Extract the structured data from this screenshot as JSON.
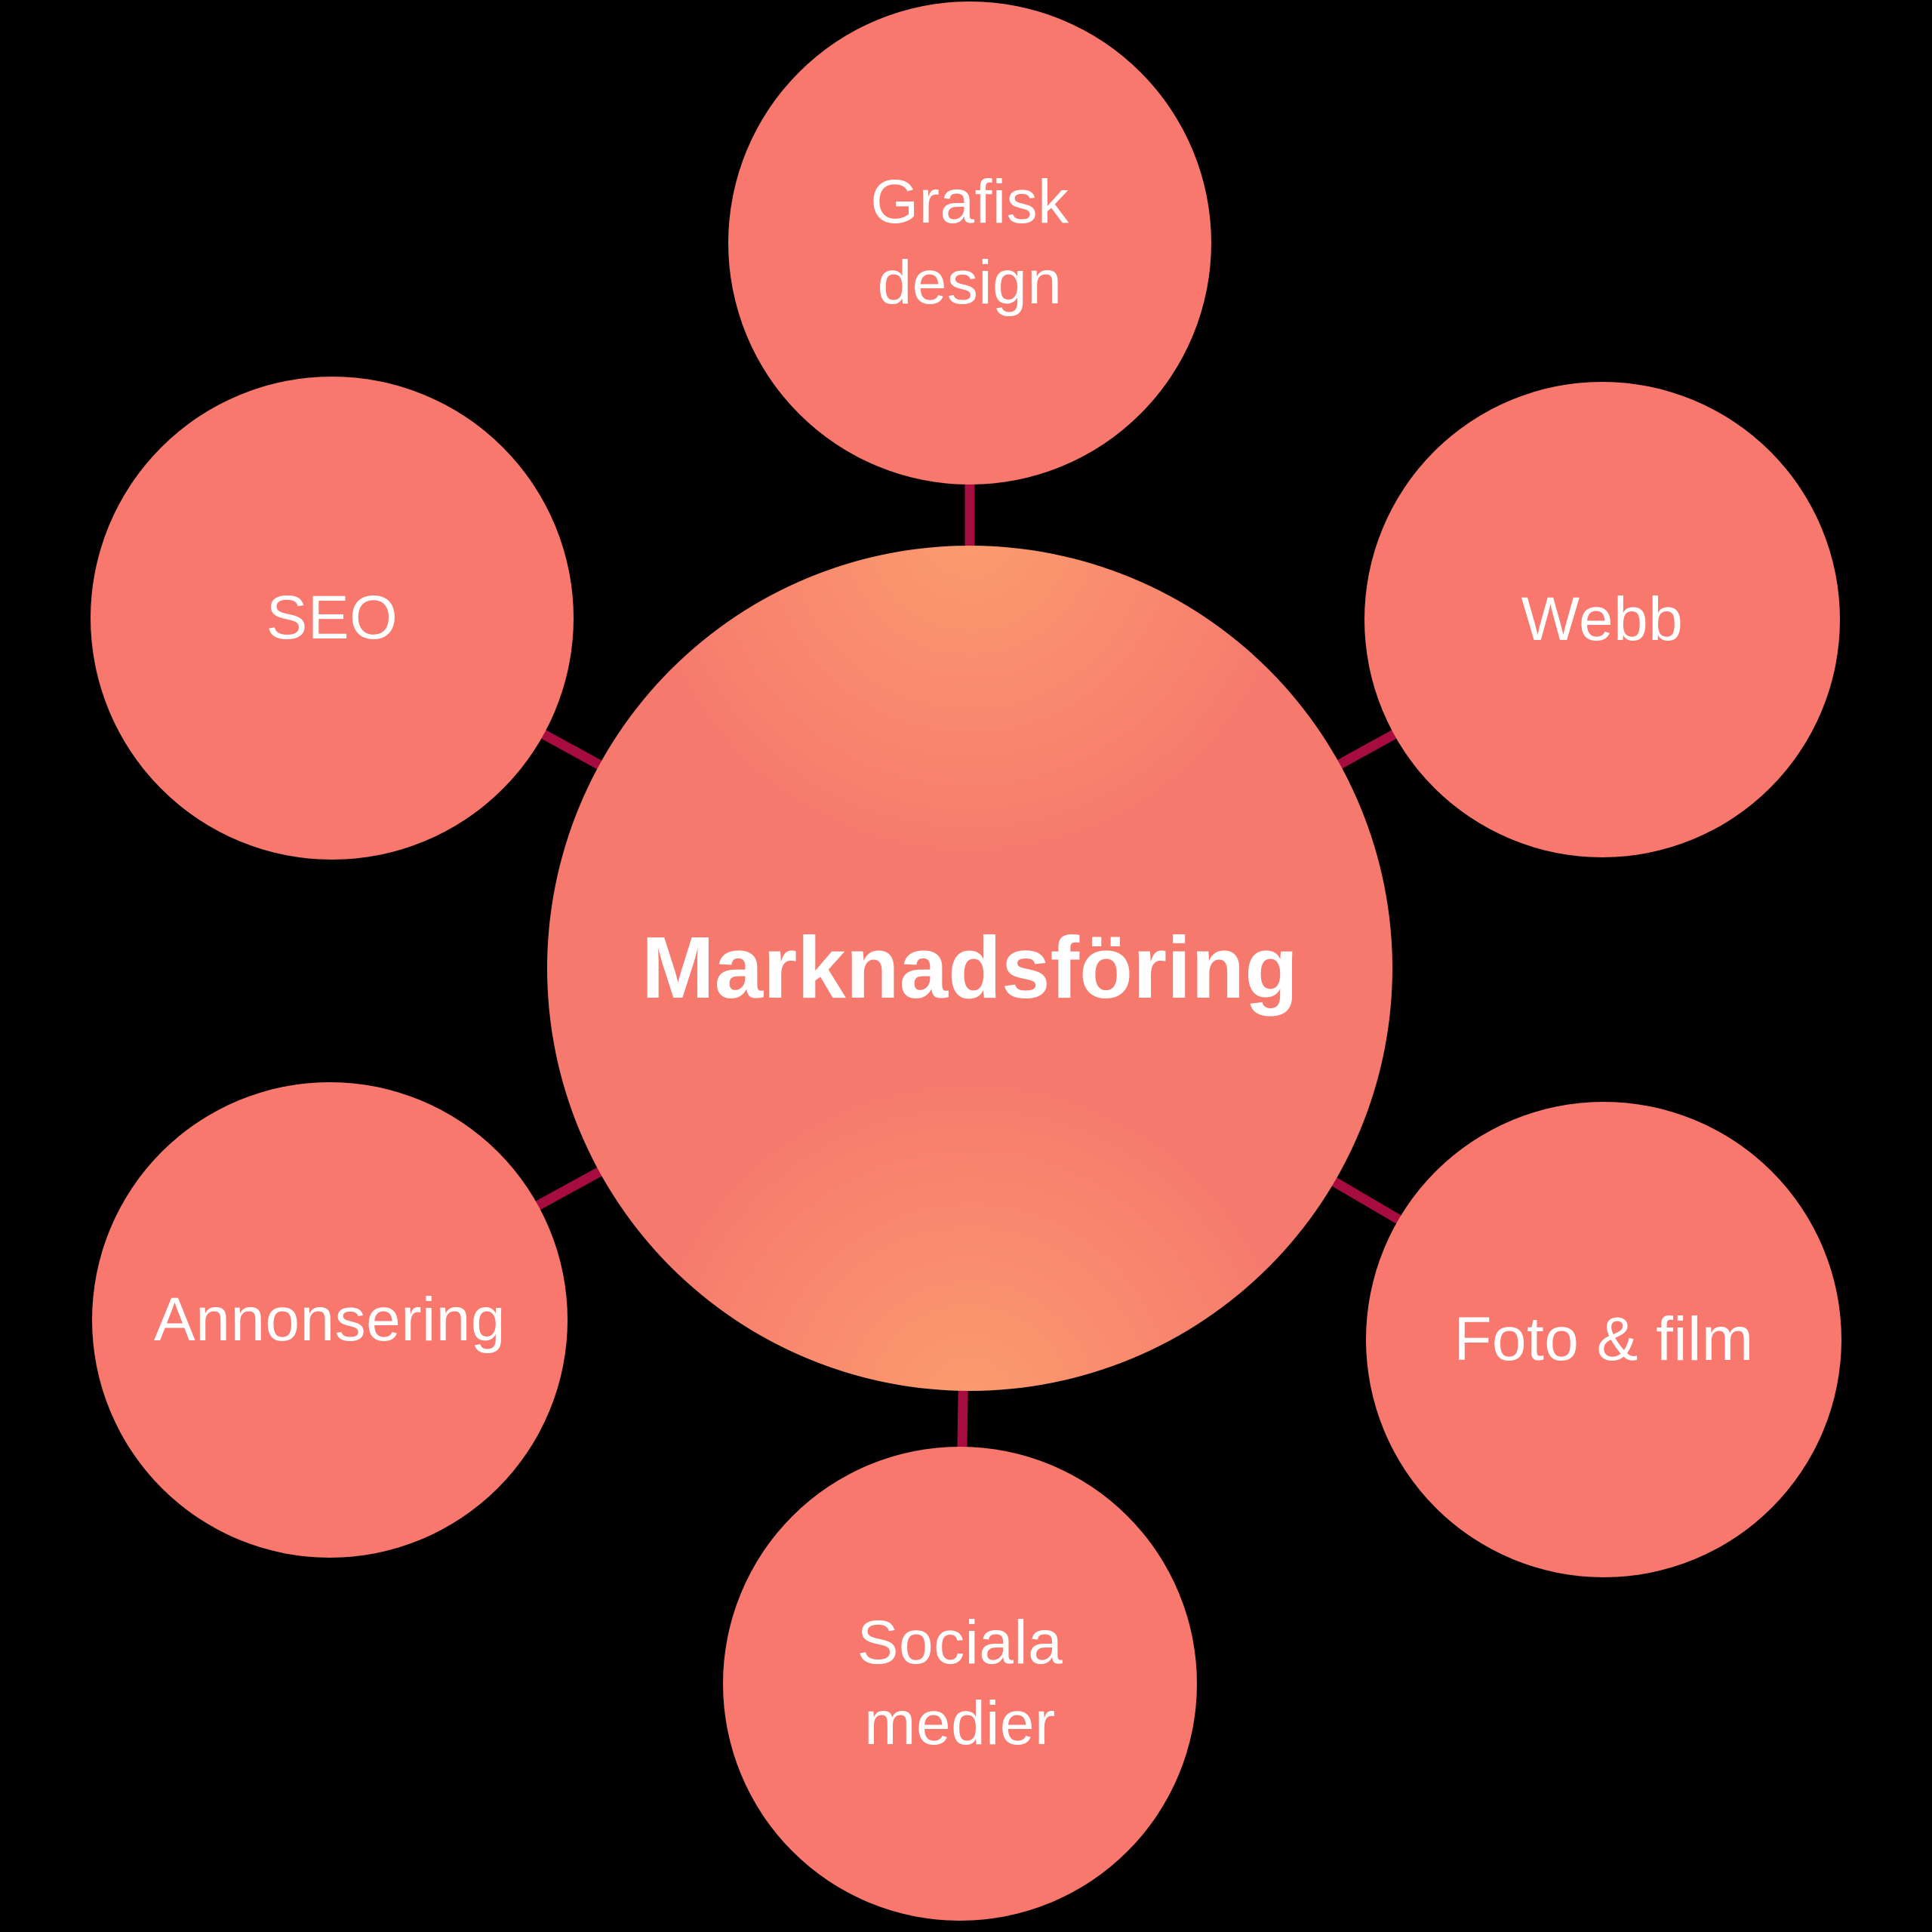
{
  "diagram": {
    "title": "Marknadsföring",
    "background_color": "#000000",
    "satellite_color": "#F8786D",
    "center_gradient_base": "#F6796E",
    "center_gradient_highlight": "#FB9C6E",
    "connector_color": "#A60C40",
    "text_color": "#FFFFFF",
    "center": {
      "label": "Marknadsföring"
    },
    "satellites": [
      {
        "id": "grafisk-design",
        "label": "Grafisk\ndesign"
      },
      {
        "id": "webb",
        "label": "Webb"
      },
      {
        "id": "seo",
        "label": "SEO"
      },
      {
        "id": "foto-film",
        "label": "Foto & film"
      },
      {
        "id": "annonsering",
        "label": "Annonsering"
      },
      {
        "id": "sociala-medier",
        "label": "Sociala\nmedier"
      }
    ]
  }
}
